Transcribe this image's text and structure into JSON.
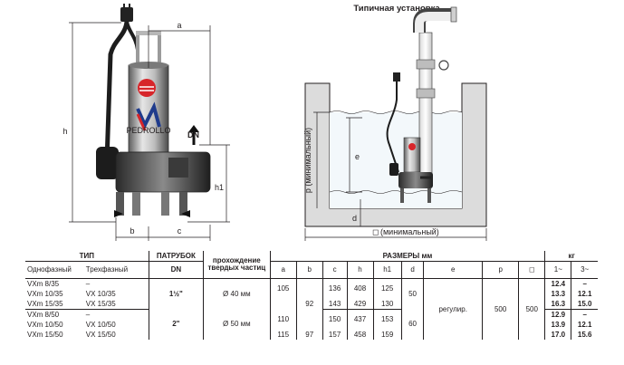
{
  "caption": "Типичная установка",
  "left_dims": {
    "a": "a",
    "h": "h",
    "h1": "h1",
    "b": "b",
    "c": "c",
    "dn": "DN",
    "brand": "PEDROLLO"
  },
  "right_dims": {
    "p": "p (минимальный)",
    "e": "e",
    "d": "d",
    "min": "(минимальный)",
    "square": "◻"
  },
  "table": {
    "head": {
      "type": "ТИП",
      "nozzle": "ПАТРУБОК",
      "solids": "прохождение твердых частиц",
      "dims": "РАЗМЕРЫ мм",
      "weight": "кг"
    },
    "sub": {
      "single": "Однофазный",
      "three": "Трехфазный",
      "dn": "DN",
      "cols": [
        "a",
        "b",
        "c",
        "h",
        "h1",
        "d",
        "e",
        "p",
        "◻"
      ],
      "w1": "1~",
      "w3": "3~"
    },
    "rows": [
      {
        "single": "VXm 8/35",
        "three": "–",
        "w1": "12.4",
        "w3": "–"
      },
      {
        "single": "VXm 10/35",
        "three": "VX 10/35",
        "w1": "13.3",
        "w3": "12.1"
      },
      {
        "single": "VXm 15/35",
        "three": "VX 15/35",
        "w1": "16.3",
        "w3": "15.0"
      },
      {
        "single": "VXm 8/50",
        "three": "–",
        "w1": "12.9",
        "w3": "–"
      },
      {
        "single": "VXm 10/50",
        "three": "VX 10/50",
        "w1": "13.9",
        "w3": "12.1"
      },
      {
        "single": "VXm 15/50",
        "three": "VX 15/50",
        "w1": "17.0",
        "w3": "15.6"
      }
    ],
    "merged": {
      "dn_35": "1½\"",
      "dn_50": "2\"",
      "solid_35": "Ø 40 мм",
      "solid_50": "Ø 50 мм",
      "a_35": "105",
      "a_50": "110",
      "a_last": "115",
      "b_mid": "92",
      "b_last": "97",
      "c": [
        "136",
        "143",
        "150",
        "157"
      ],
      "h": [
        "408",
        "429",
        "437",
        "458"
      ],
      "h1": [
        "125",
        "130",
        "153",
        "159"
      ],
      "d_35": "50",
      "d_50": "60",
      "e": "регулир.",
      "p": "500",
      "sq": "500"
    }
  }
}
